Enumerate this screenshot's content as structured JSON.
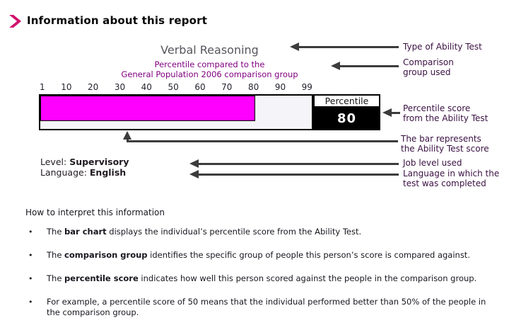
{
  "header": {
    "title": "Information about this report",
    "accent_color": "#d1116d"
  },
  "chart_data": {
    "type": "bar",
    "title": "Verbal Reasoning",
    "subtitle_lines": [
      "Percentile compared to the",
      "General Population 2006 comparison group"
    ],
    "scale_labels": [
      "1",
      "10",
      "20",
      "30",
      "40",
      "50",
      "60",
      "70",
      "80",
      "90",
      "99"
    ],
    "axis_min": 1,
    "axis_max": 99,
    "value": 80,
    "value_text": "80",
    "value_box_header": "Percentile",
    "bar_color": "#ff00ff",
    "level": {
      "label": "Level:",
      "value": "Supervisory"
    },
    "language": {
      "label": "Language:",
      "value": "English"
    }
  },
  "annotations": [
    {
      "lines": [
        "Type of Ability Test"
      ]
    },
    {
      "lines": [
        "Comparison",
        "group used"
      ]
    },
    {
      "lines": [
        "Percentile score",
        "from the Ability Test"
      ]
    },
    {
      "lines": [
        "The bar represents",
        "the Ability Test score"
      ]
    },
    {
      "lines": [
        "Job level used"
      ]
    },
    {
      "lines": [
        "Language in which the",
        "test was completed"
      ]
    }
  ],
  "interpretation": {
    "heading": "How to interpret this information",
    "bullets": [
      [
        {
          "t": "The "
        },
        {
          "t": "bar chart",
          "b": true
        },
        {
          "t": " displays the individual’s percentile score from the Ability Test."
        }
      ],
      [
        {
          "t": "The "
        },
        {
          "t": "comparison group",
          "b": true
        },
        {
          "t": " identifies the specific group of people this person’s score is compared against."
        }
      ],
      [
        {
          "t": "The "
        },
        {
          "t": "percentile score",
          "b": true
        },
        {
          "t": " indicates how well this person scored against the people in the comparison group."
        }
      ],
      [
        {
          "t": "For example, a percentile score of 50 means that the individual performed better than 50% of the people in the comparison group."
        }
      ]
    ]
  }
}
